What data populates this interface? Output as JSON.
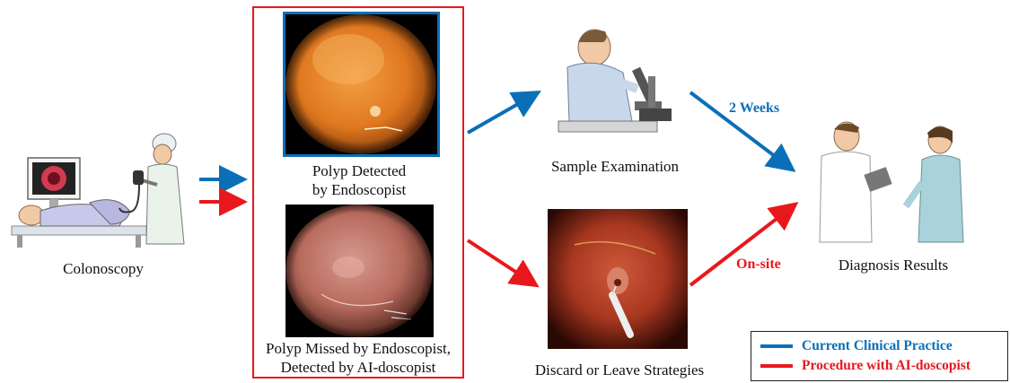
{
  "nodes": {
    "colonoscopy": "Colonoscopy",
    "polyp_detected": [
      "Polyp Detected",
      "by Endoscopist"
    ],
    "polyp_missed": [
      "Polyp Missed by Endoscopist,",
      "Detected by AI-doscopist"
    ],
    "sample_examination": "Sample Examination",
    "discard_leave": "Discard or Leave Strategies",
    "diagnosis_results": "Diagnosis Results"
  },
  "edges": {
    "blue_label": "2 Weeks",
    "red_label": "On-site"
  },
  "legend": {
    "items": [
      {
        "label": "Current Clinical Practice",
        "color": "#0b6fb8"
      },
      {
        "label": "Procedure with AI-doscopist",
        "color": "#e8181d"
      }
    ]
  },
  "colors": {
    "blue": "#0b6fb8",
    "red": "#e8181d"
  }
}
